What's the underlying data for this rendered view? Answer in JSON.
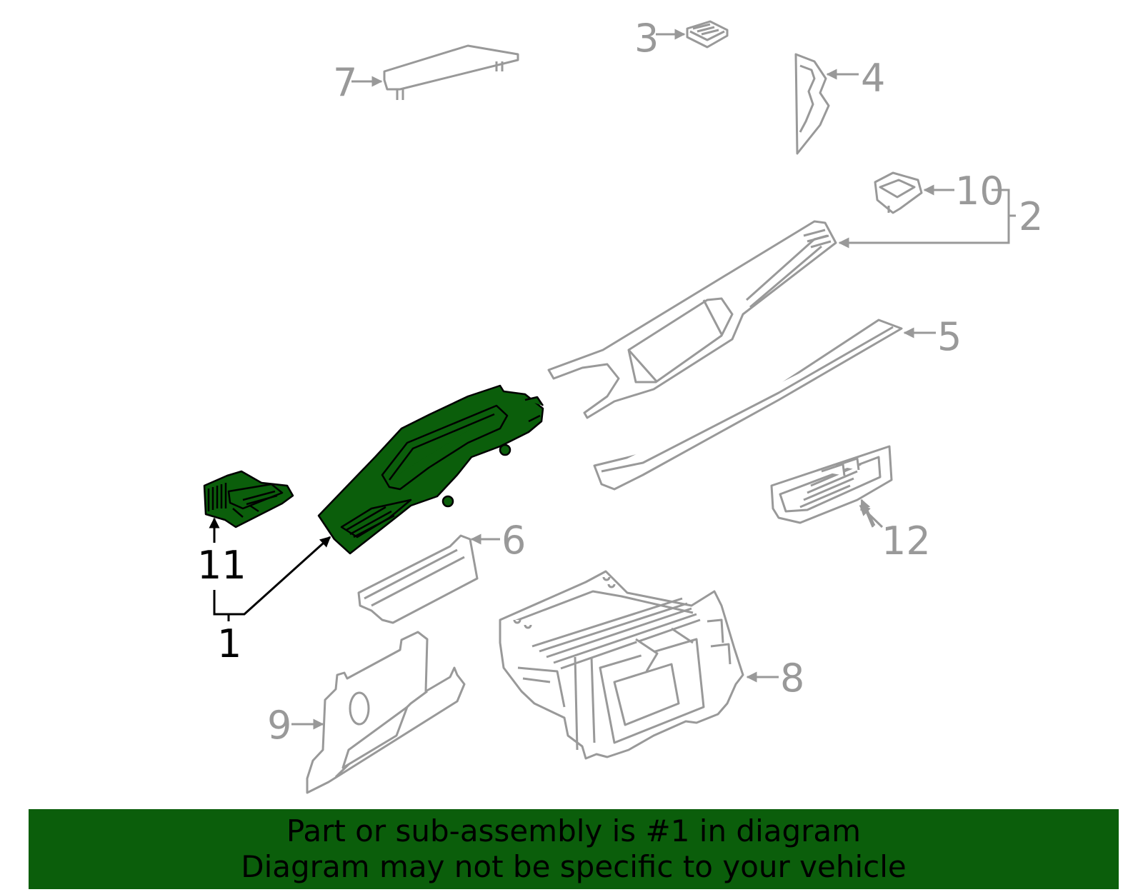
{
  "callouts": {
    "c1": "1",
    "c2": "2",
    "c3": "3",
    "c4": "4",
    "c5": "5",
    "c6": "6",
    "c7": "7",
    "c8": "8",
    "c9": "9",
    "c10": "10",
    "c11": "11",
    "c12": "12"
  },
  "banner": {
    "line1": "Part or sub-assembly is #1 in diagram",
    "line2": "Diagram may not be specific to your vehicle"
  },
  "colors": {
    "highlight_fill": "#0b5e0b",
    "part_outline": "#999999",
    "banner_bg": "#0b5e0b"
  }
}
